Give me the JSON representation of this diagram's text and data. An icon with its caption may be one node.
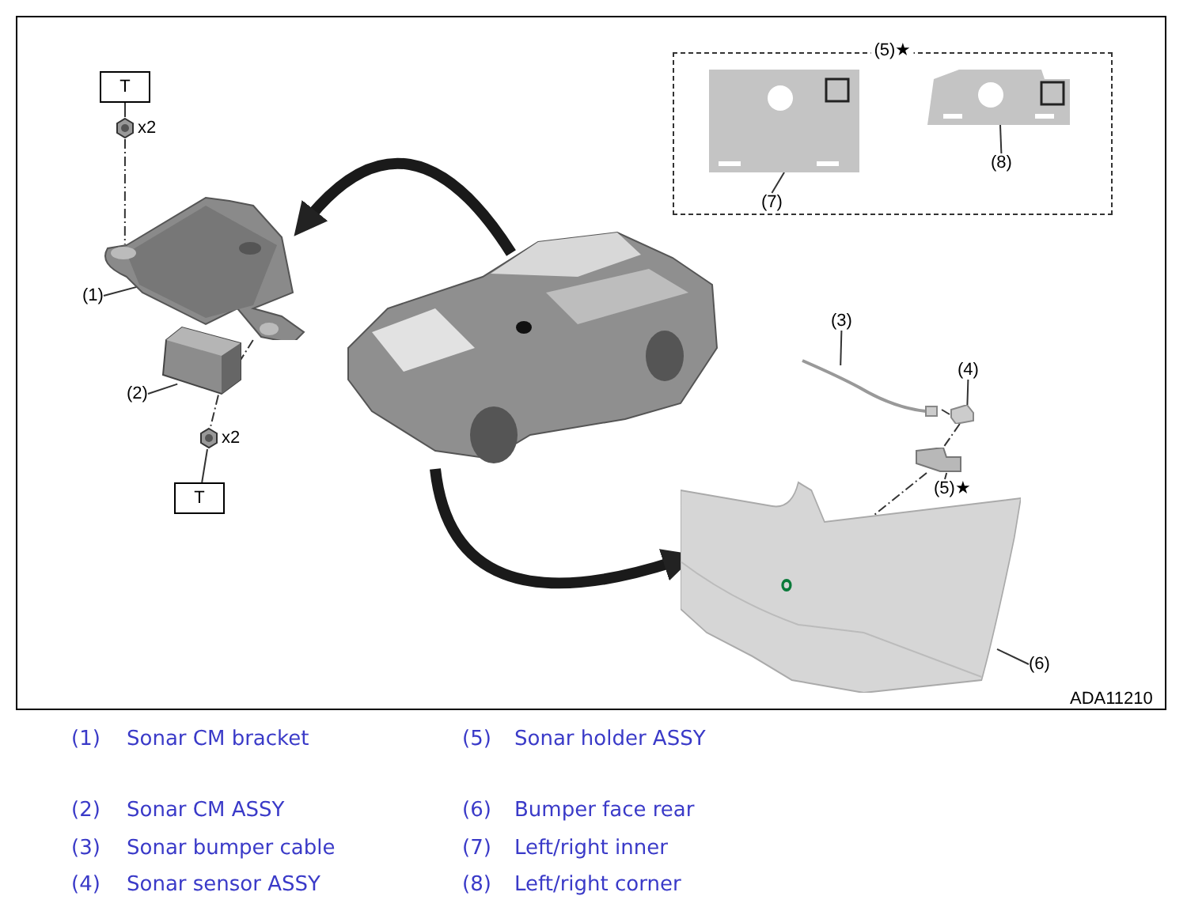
{
  "diagram": {
    "nodes": [
      {
        "text": [
          "T"
        ]
      },
      {
        "text": [],
        "shape": "picture",
        "beside": [
          "x2"
        ]
      },
      {
        "text": [],
        "shape": "picture"
      },
      {
        "text": [
          "(1)"
        ]
      },
      {
        "text": [],
        "shape": "picture"
      },
      {
        "text": [
          "(2)"
        ]
      },
      {
        "text": [],
        "shape": "picture",
        "beside": [
          "x2"
        ]
      },
      {
        "text": [
          "T"
        ]
      },
      {
        "text": [],
        "shape": "picture"
      },
      {
        "text": [
          "(5)★"
        ]
      },
      {
        "text": [],
        "shape": "picture",
        "in": 9
      },
      {
        "text": [
          "(7)"
        ],
        "in": 9
      },
      {
        "text": [],
        "shape": "picture",
        "in": 9
      },
      {
        "text": [
          "(8)"
        ],
        "in": 9
      },
      {
        "text": [],
        "shape": "picture"
      },
      {
        "text": [
          "(3)"
        ]
      },
      {
        "text": [],
        "shape": "picture"
      },
      {
        "text": [
          "(4)"
        ]
      },
      {
        "text": [],
        "shape": "picture"
      },
      {
        "text": [
          "(5)★"
        ]
      },
      {
        "text": [],
        "shape": "picture"
      },
      {
        "text": [
          "(6)"
        ]
      }
    ],
    "edges": [
      {
        "from": 0,
        "to": 1,
        "arrow": "none"
      },
      {
        "from": 1,
        "to": 2,
        "arrow": "none",
        "style": "dashed"
      },
      {
        "from": 3,
        "to": 2,
        "arrow": "none"
      },
      {
        "from": 2,
        "to": 4,
        "arrow": "none",
        "style": "dashed"
      },
      {
        "from": 5,
        "to": 4,
        "arrow": "none"
      },
      {
        "from": 4,
        "to": 6,
        "arrow": "none",
        "style": "dashed"
      },
      {
        "from": 6,
        "to": 7,
        "arrow": "none"
      },
      {
        "from": 8,
        "to": 2,
        "arrow": "to",
        "style": "thick"
      },
      {
        "from": 8,
        "to": 20,
        "arrow": "to",
        "style": "thick"
      },
      {
        "from": 11,
        "to": 10,
        "arrow": "none"
      },
      {
        "from": 13,
        "to": 12,
        "arrow": "none"
      },
      {
        "from": 15,
        "to": 14,
        "arrow": "none"
      },
      {
        "from": 14,
        "to": 16,
        "arrow": "none",
        "style": "dashed"
      },
      {
        "from": 17,
        "to": 16,
        "arrow": "none"
      },
      {
        "from": 16,
        "to": 18,
        "arrow": "none",
        "style": "dashed"
      },
      {
        "from": 18,
        "to": 20,
        "arrow": "none",
        "style": "dashed"
      },
      {
        "from": 19,
        "to": 18,
        "arrow": "none"
      },
      {
        "from": 21,
        "to": 20,
        "arrow": "none"
      }
    ],
    "labels": [
      "ADA11210",
      "(1)",
      "Sonar CM bracket",
      "(5)",
      "Sonar holder ASSY",
      "(2)",
      "Sonar CM ASSY",
      "(6)",
      "Bumper face rear",
      "(3)",
      "Sonar bumper cable",
      "(7)",
      "Left/right inner",
      "(4)",
      "Sonar sensor ASSY",
      "(8)",
      "Left/right corner"
    ]
  }
}
